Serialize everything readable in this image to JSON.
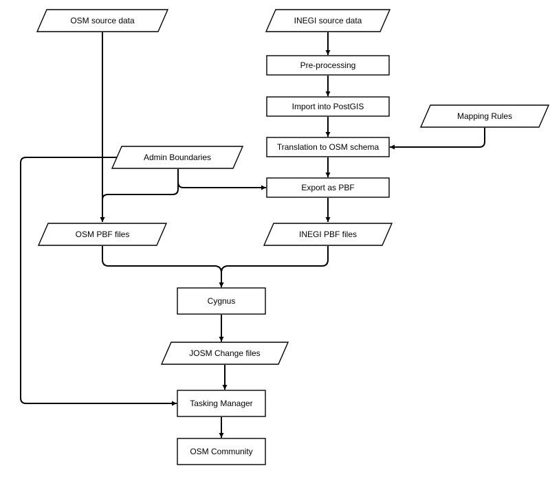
{
  "nodes": {
    "osm_source": {
      "label": "OSM source data",
      "shape": "data"
    },
    "inegi_source": {
      "label": "INEGI source data",
      "shape": "data"
    },
    "preprocess": {
      "label": "Pre-processing",
      "shape": "process"
    },
    "import_pg": {
      "label": "Import into PostGIS",
      "shape": "process"
    },
    "mapping": {
      "label": "Mapping Rules",
      "shape": "data"
    },
    "translate": {
      "label": "Translation to OSM schema",
      "shape": "process"
    },
    "admin": {
      "label": "Admin Boundaries",
      "shape": "data"
    },
    "export": {
      "label": "Export as PBF",
      "shape": "process"
    },
    "osm_pbf": {
      "label": "OSM PBF files",
      "shape": "data"
    },
    "inegi_pbf": {
      "label": "INEGI PBF files",
      "shape": "data"
    },
    "cygnus": {
      "label": "Cygnus",
      "shape": "process"
    },
    "josm": {
      "label": "JOSM Change files",
      "shape": "data"
    },
    "tasking": {
      "label": "Tasking Manager",
      "shape": "process"
    },
    "community": {
      "label": "OSM Community",
      "shape": "process"
    }
  },
  "edges": [
    {
      "from": "inegi_source",
      "to": "preprocess"
    },
    {
      "from": "preprocess",
      "to": "import_pg"
    },
    {
      "from": "import_pg",
      "to": "translate"
    },
    {
      "from": "mapping",
      "to": "translate"
    },
    {
      "from": "translate",
      "to": "export"
    },
    {
      "from": "admin",
      "to": "export"
    },
    {
      "from": "export",
      "to": "inegi_pbf"
    },
    {
      "from": "osm_source",
      "to": "osm_pbf"
    },
    {
      "from": "admin",
      "to": "osm_pbf"
    },
    {
      "from": "osm_pbf",
      "to": "cygnus"
    },
    {
      "from": "inegi_pbf",
      "to": "cygnus"
    },
    {
      "from": "cygnus",
      "to": "josm"
    },
    {
      "from": "josm",
      "to": "tasking"
    },
    {
      "from": "admin",
      "to": "tasking"
    },
    {
      "from": "tasking",
      "to": "community"
    }
  ]
}
